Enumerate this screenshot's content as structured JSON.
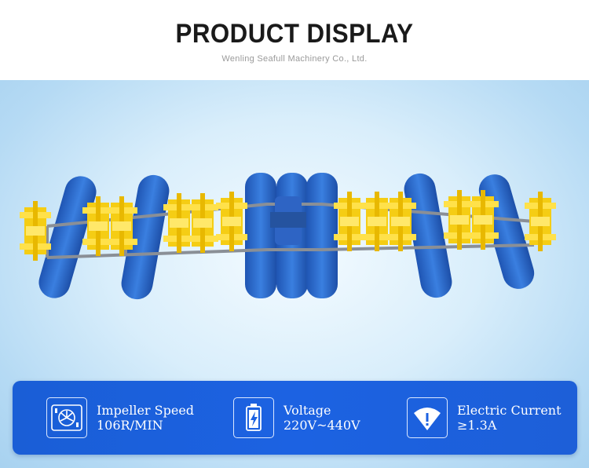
{
  "header": {
    "title": "PRODUCT DISPLAY",
    "subtitle": "Wenling Seafull Machinery Co., Ltd."
  },
  "product": {
    "icon": "paddlewheel-aerator-image"
  },
  "specs": [
    {
      "icon": "impeller-icon",
      "label": "Impeller Speed",
      "value": "106R/MIN"
    },
    {
      "icon": "battery-bolt-icon",
      "label": "Voltage",
      "value": "220V~440V"
    },
    {
      "icon": "signal-warning-icon",
      "label": "Electric Current",
      "value": "≥1.3A"
    }
  ],
  "colors": {
    "spec_bar": "#1c62e2",
    "float": "#2f6fd0",
    "impeller": "#f7d21c",
    "frame": "#8a8f96"
  }
}
